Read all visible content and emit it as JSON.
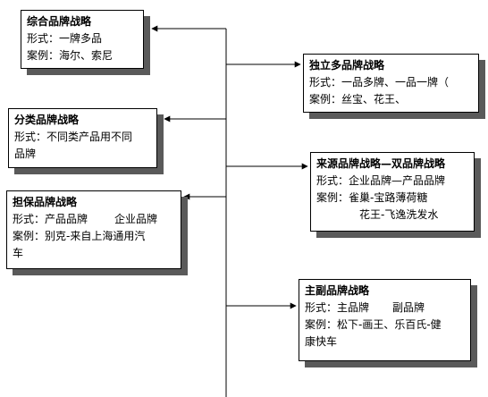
{
  "boxes": {
    "comprehensive": {
      "title": "综合品牌战略",
      "form": "形式：一牌多品",
      "case": "案例：海尔、索尼"
    },
    "category": {
      "title": "分类品牌战略",
      "form_a": "形式：不同类产品用不同",
      "form_b": "品牌"
    },
    "guarantee": {
      "title": "担保品牌战略",
      "form_prefix": "形式：产品品牌",
      "form_suffix": "企业品牌",
      "case_a": "案例：别克-来自上海通用汽",
      "case_b": "车"
    },
    "independent": {
      "title": "独立多品牌战略",
      "form": "形式：一品多牌、一品一牌（",
      "case": "案例：丝宝、花王、"
    },
    "source": {
      "title": "来源品牌战略—双品牌战略",
      "form": "形式：企业品牌—产品品牌",
      "case_a": "案例：雀巢-宝路薄荷糖",
      "case_b": "花王-飞逸洗发水"
    },
    "sub": {
      "title": "主副品牌战略",
      "form_a": "形式：主品牌",
      "form_b": "副品牌",
      "case_a": "案例：松下-画王、乐百氏-健",
      "case_b": "康快车"
    }
  }
}
